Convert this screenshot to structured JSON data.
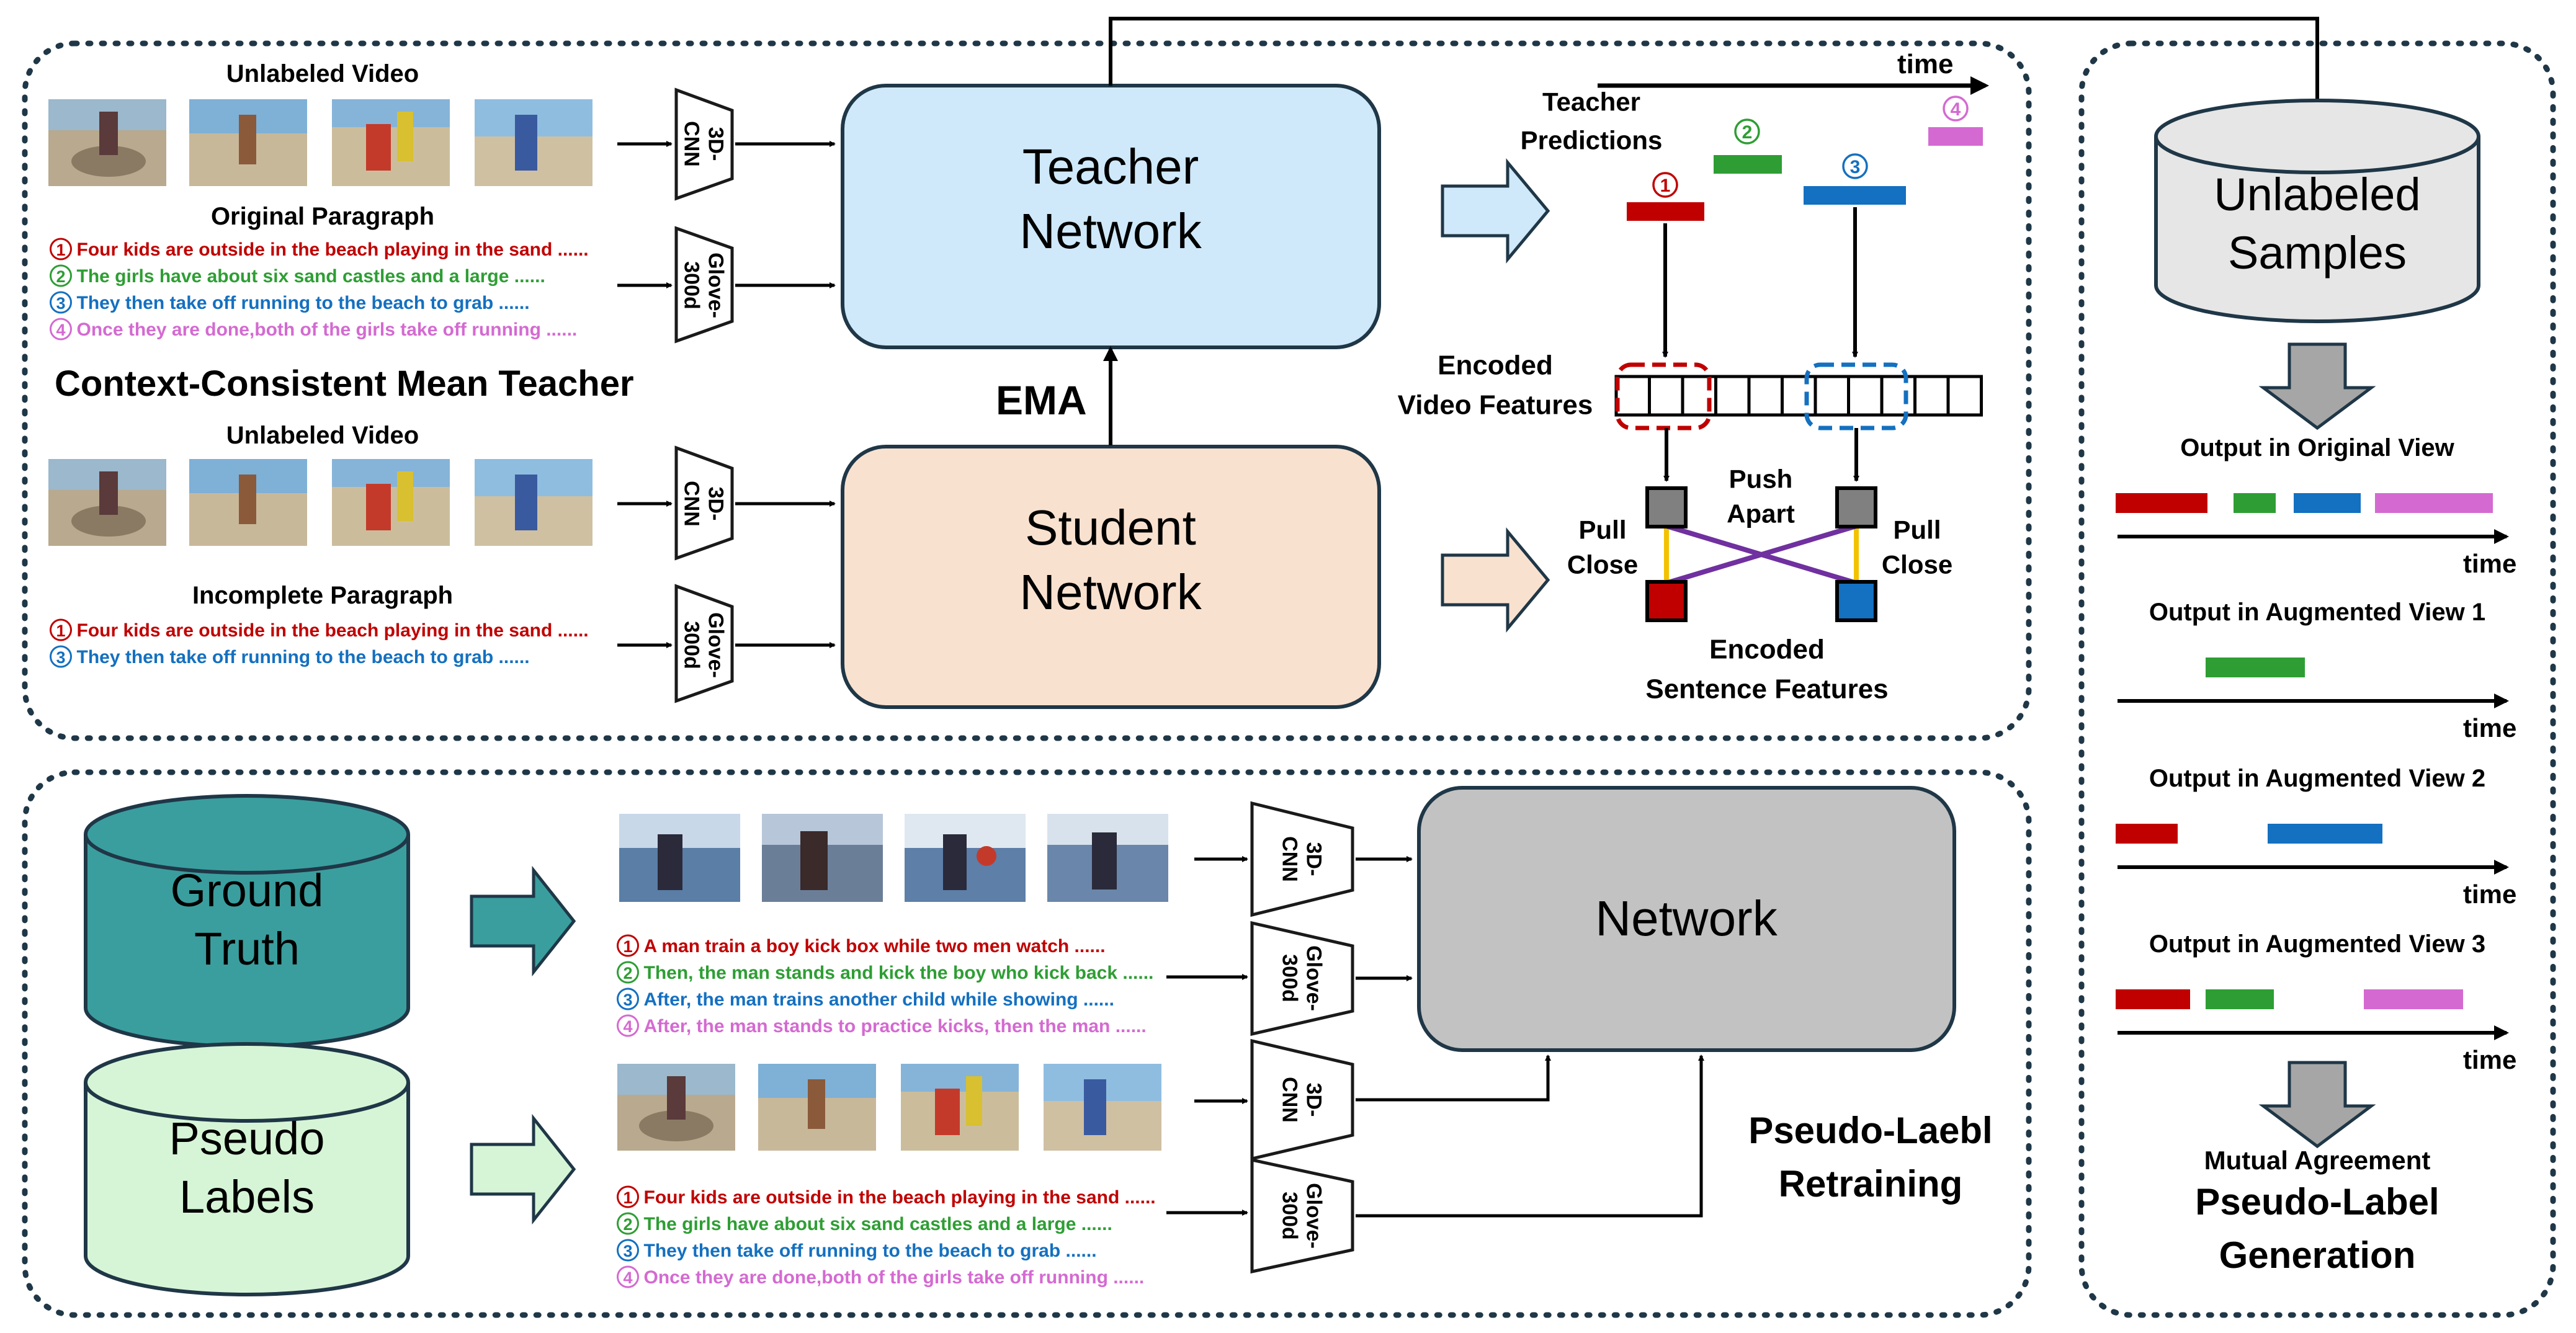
{
  "colors": {
    "red": "#c00000",
    "green": "#2e9e34",
    "blue": "#1470c0",
    "pink": "#d46ad1",
    "teacher_fill": "#cfe9fa",
    "student_fill": "#f9e1d0",
    "network_fill": "#c2c2c2",
    "ground_truth_fill": "#3a9e9e",
    "pseudo_fill": "#d6f5d6",
    "cylinder_gray": "#e6e6e6",
    "arrow_gray": "#a6a6a6",
    "push_purple": "#7030a0",
    "pull_yellow": "#f2c200"
  },
  "mean_teacher": {
    "title": "Context-Consistent Mean Teacher",
    "top_video_label": "Unlabeled Video",
    "original_paragraph_label": "Original Paragraph",
    "original_sentences": [
      {
        "num": "1",
        "text": "Four kids are outside in the beach playing in the sand ......",
        "color": "red"
      },
      {
        "num": "2",
        "text": "The girls have about six sand castles and a large ......",
        "color": "green"
      },
      {
        "num": "3",
        "text": "They then take off running to the beach to grab ......",
        "color": "blue"
      },
      {
        "num": "4",
        "text": "Once they are done,both of the girls take off running ......",
        "color": "pink"
      }
    ],
    "bottom_video_label": "Unlabeled Video",
    "incomplete_paragraph_label": "Incomplete Paragraph",
    "incomplete_sentences": [
      {
        "num": "1",
        "text": "Four kids are outside in the beach playing in the sand ......",
        "color": "red"
      },
      {
        "num": "3",
        "text": "They then take off running to the beach to grab ......",
        "color": "blue"
      }
    ],
    "cnn_label": "3D-\nCNN",
    "glove_label": "Glove-\n300d",
    "teacher_network": "Teacher\nNetwork",
    "student_network": "Student\nNetwork",
    "ema": "EMA",
    "time": "time",
    "teacher_predictions": "Teacher\nPredictions",
    "prediction_markers": [
      {
        "num": "1",
        "color": "red"
      },
      {
        "num": "2",
        "color": "green"
      },
      {
        "num": "3",
        "color": "blue"
      },
      {
        "num": "4",
        "color": "pink"
      }
    ],
    "encoded_video_features": "Encoded\nVideo Features",
    "push_apart": "Push\nApart",
    "pull_close_left": "Pull\nClose",
    "pull_close_right": "Pull\nClose",
    "encoded_sentence_features": "Encoded\nSentence Features"
  },
  "retraining": {
    "ground_truth": "Ground\nTruth",
    "pseudo_labels": "Pseudo\nLabels",
    "network": "Network",
    "title": "Pseudo-Laebl\nRetraining",
    "gt_sentences": [
      {
        "num": "1",
        "text": "A man train a boy kick box while two men watch ......",
        "color": "red"
      },
      {
        "num": "2",
        "text": "Then, the man stands and kick the boy who kick back  ......",
        "color": "green"
      },
      {
        "num": "3",
        "text": "After, the man trains another child while showing  ......",
        "color": "blue"
      },
      {
        "num": "4",
        "text": "After, the man stands to practice kicks, then the man ......",
        "color": "pink"
      }
    ],
    "pseudo_sentences": [
      {
        "num": "1",
        "text": "Four kids are outside in the beach playing in the sand ......",
        "color": "red"
      },
      {
        "num": "2",
        "text": "The girls have about six sand castles and a large ......",
        "color": "green"
      },
      {
        "num": "3",
        "text": "They then take off running to the beach to grab ......",
        "color": "blue"
      },
      {
        "num": "4",
        "text": "Once they are done,both of the girls take off running ......",
        "color": "pink"
      }
    ],
    "cnn_label": "3D-\nCNN",
    "glove_label": "Glove-\n300d"
  },
  "generation": {
    "unlabeled_samples": "Unlabeled\nSamples",
    "views": [
      {
        "label": "Output in Original View",
        "time": "time",
        "segments": [
          "red",
          "green",
          "blue",
          "pink"
        ]
      },
      {
        "label": "Output in Augmented View 1",
        "time": "time",
        "segments": [
          "green"
        ]
      },
      {
        "label": "Output in Augmented View 2",
        "time": "time",
        "segments": [
          "red",
          "blue"
        ]
      },
      {
        "label": "Output in Augmented View 3",
        "time": "time",
        "segments": [
          "red",
          "green",
          "pink"
        ]
      }
    ],
    "mutual_agreement": "Mutual Agreement",
    "title": "Pseudo-Label\nGeneration"
  }
}
